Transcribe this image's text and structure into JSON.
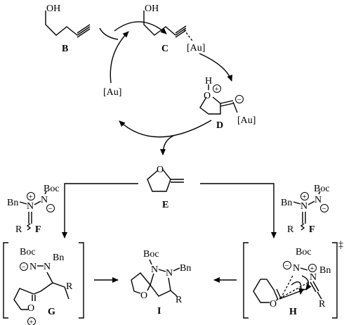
{
  "scheme": {
    "compounds": {
      "B": {
        "label": "B",
        "oh": "OH"
      },
      "C": {
        "label": "C",
        "oh": "OH",
        "au": "[Au]"
      },
      "D": {
        "label": "D",
        "o": "O",
        "h": "H",
        "au": "[Au]"
      },
      "E": {
        "label": "E",
        "o": "O"
      },
      "F_left": {
        "label": "F",
        "bn": "Bn",
        "n1": "N",
        "n2": "N",
        "boc": "Boc",
        "r": "R"
      },
      "F_right": {
        "label": "F",
        "bn": "Bn",
        "n1": "N",
        "n2": "N",
        "boc": "Boc",
        "r": "R"
      },
      "G": {
        "label": "G",
        "boc": "Boc",
        "n1": "N",
        "n2": "N",
        "bn": "Bn",
        "r": "R",
        "o": "O"
      },
      "H": {
        "label": "H",
        "boc": "Boc",
        "n1": "N",
        "n2": "N",
        "bn": "Bn",
        "r": "R",
        "o": "O",
        "dagger": "‡"
      },
      "I": {
        "label": "I",
        "boc": "Boc",
        "n1": "N",
        "n2": "N",
        "bn": "Bn",
        "r": "R",
        "o": "O"
      }
    },
    "catalyst": "[Au]",
    "charges": {
      "plus": "+",
      "minus": "−"
    }
  }
}
